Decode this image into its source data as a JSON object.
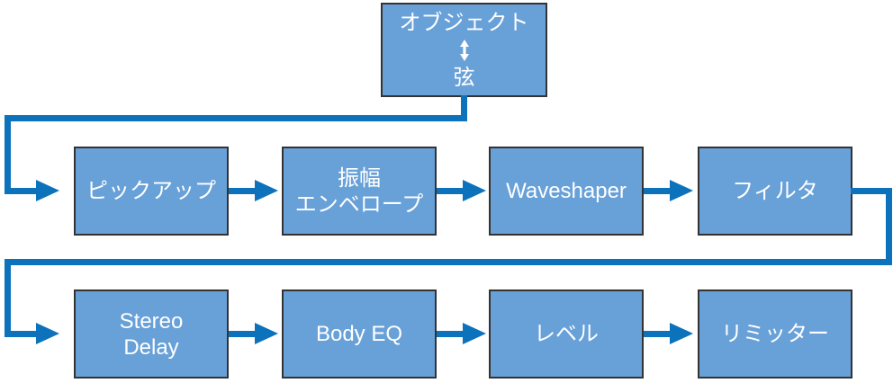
{
  "diagram": {
    "title": "signal-flow-diagram",
    "colors": {
      "box_fill": "#68a0d8",
      "box_border": "#333333",
      "connector": "#0d72bc",
      "text": "#ffffff"
    },
    "boxes": {
      "object": {
        "line1": "オブジェクト",
        "line2": "弦"
      },
      "pickup": {
        "line1": "ピックアップ"
      },
      "amp_env": {
        "line1": "振幅",
        "line2": "エンベロープ"
      },
      "waveshaper": {
        "line1": "Waveshaper"
      },
      "filter": {
        "line1": "フィルタ"
      },
      "stereo_delay": {
        "line1": "Stereo",
        "line2": "Delay"
      },
      "body_eq": {
        "line1": "Body EQ"
      },
      "level": {
        "line1": "レベル"
      },
      "limiter": {
        "line1": "リミッター"
      }
    },
    "flow_order": [
      "オブジェクト/弦",
      "ピックアップ",
      "振幅エンベロープ",
      "Waveshaper",
      "フィルタ",
      "Stereo Delay",
      "Body EQ",
      "レベル",
      "リミッター"
    ]
  }
}
